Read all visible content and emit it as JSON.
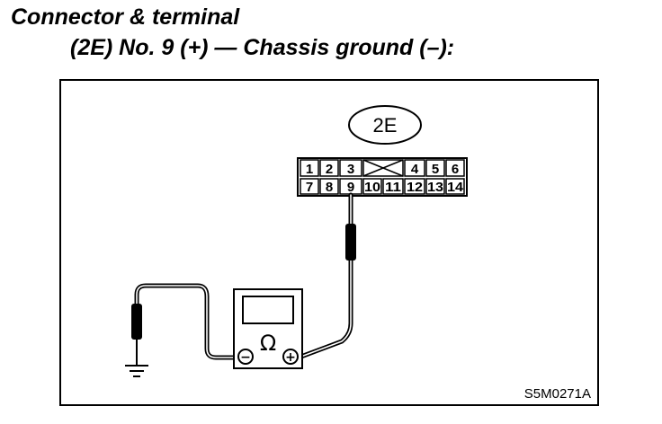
{
  "title": {
    "line1": "Connector & terminal",
    "line2": "(2E) No. 9 (+) — Chassis ground (–):"
  },
  "connector": {
    "label": "2E",
    "top_row": [
      "1",
      "2",
      "3",
      "",
      "4",
      "5",
      "6"
    ],
    "bottom_row": [
      "7",
      "8",
      "9",
      "10",
      "11",
      "12",
      "13",
      "14"
    ]
  },
  "meter": {
    "symbol": "Ω",
    "negative": "−",
    "positive": "+"
  },
  "figure_code": "S5M0271A"
}
